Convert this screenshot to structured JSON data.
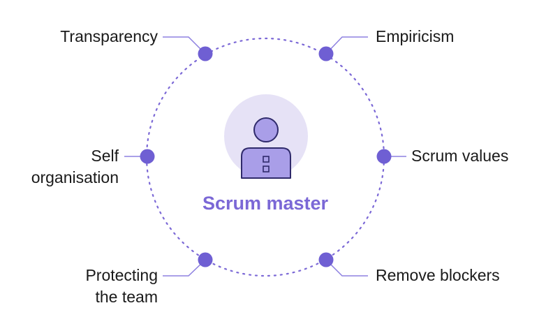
{
  "title": "Scrum master",
  "nodes": [
    {
      "key": "transparency",
      "lines": [
        "Transparency"
      ]
    },
    {
      "key": "empiricism",
      "lines": [
        "Empiricism"
      ]
    },
    {
      "key": "self-organisation",
      "lines": [
        "Self",
        "organisation"
      ]
    },
    {
      "key": "scrum-values",
      "lines": [
        "Scrum values"
      ]
    },
    {
      "key": "protecting-the-team",
      "lines": [
        "Protecting",
        "the team"
      ]
    },
    {
      "key": "remove-blockers",
      "lines": [
        "Remove blockers"
      ]
    }
  ],
  "colors": {
    "accent": "#7b68d6",
    "node": "#6f5fd3",
    "circle_bg": "#e6e2f6",
    "figure_fill": "#a99ee8",
    "figure_stroke": "#2f2a6b",
    "leader_line": "#8d80e0"
  },
  "icons": {
    "center": "person-icon"
  }
}
